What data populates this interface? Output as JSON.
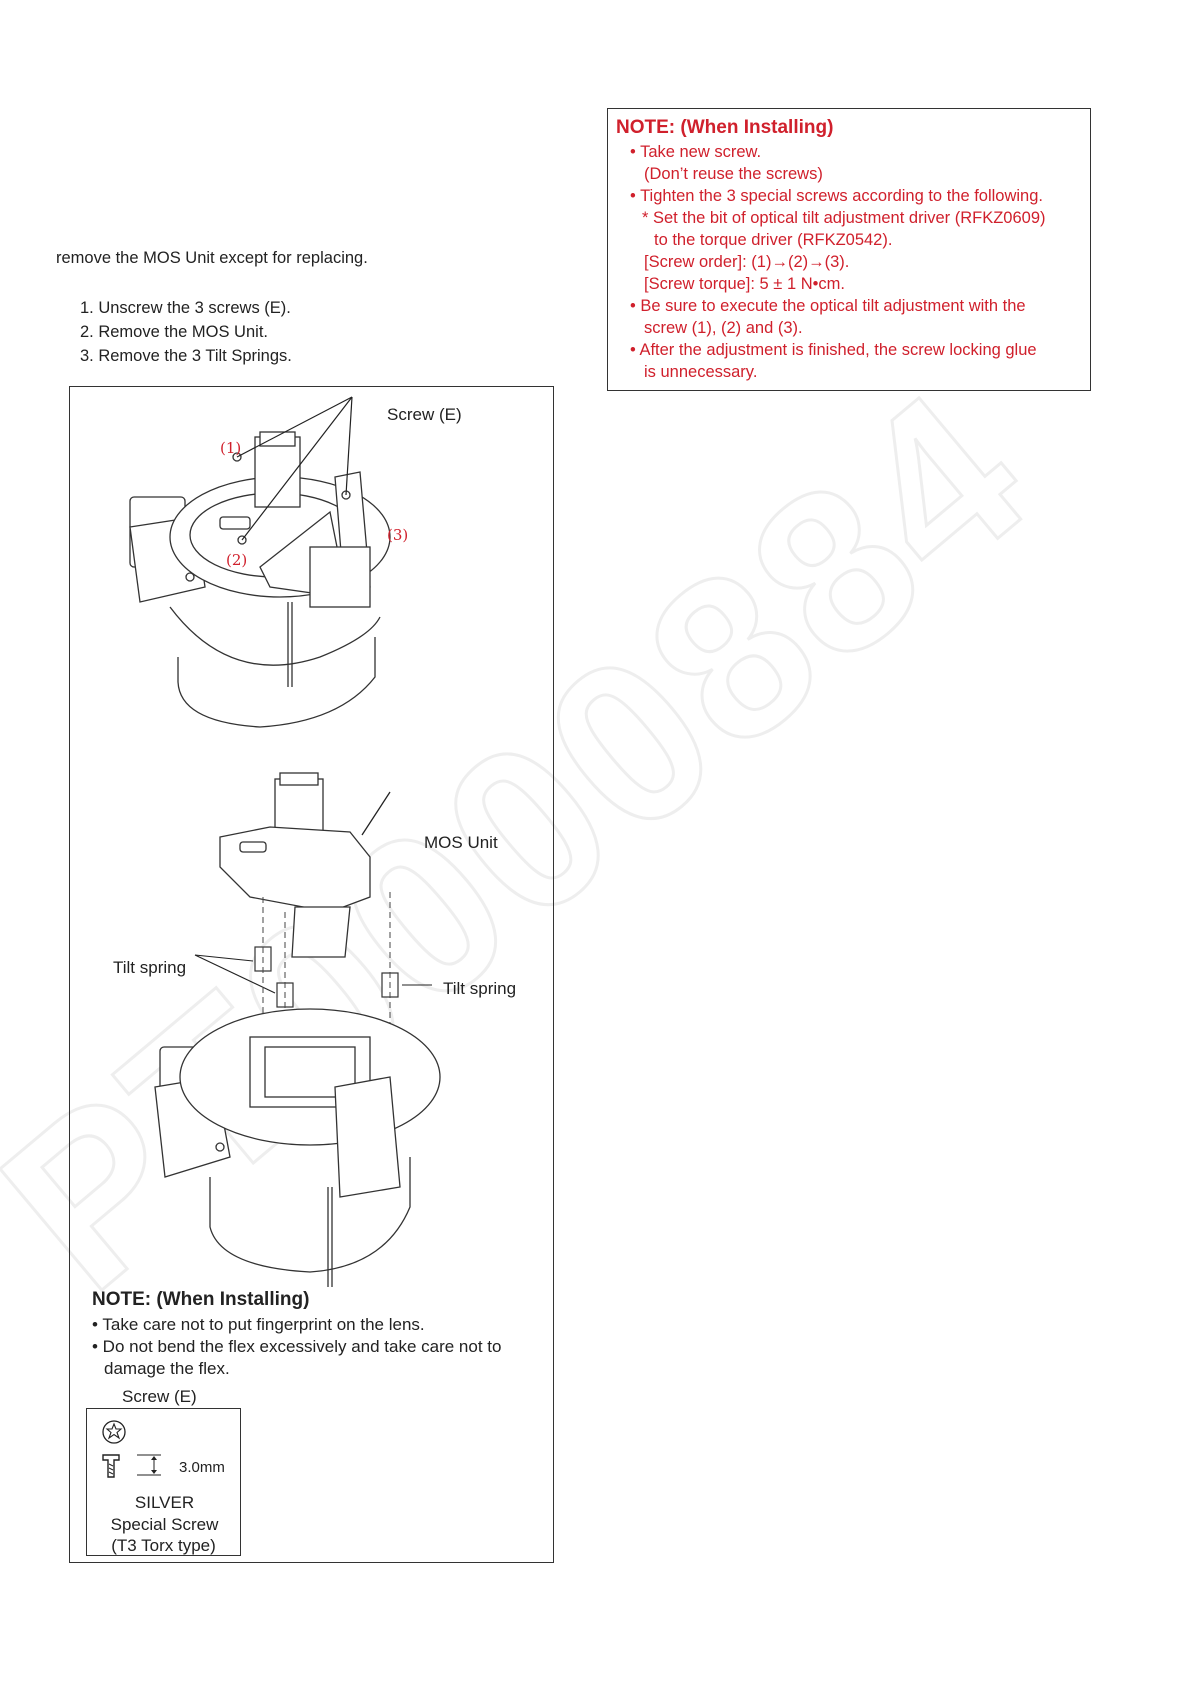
{
  "intro": "remove the MOS Unit except for replacing.",
  "steps": [
    "1. Unscrew the 3 screws (E).",
    "2. Remove the MOS Unit.",
    "3. Remove the 3 Tilt Springs."
  ],
  "install_note_red": {
    "heading": "NOTE: (When Installing)",
    "lines": [
      "• Take new screw.",
      "(Don’t reuse the screws)",
      "• Tighten the 3 special screws according to the following.",
      "* Set the bit of optical tilt adjustment driver (RFKZ0609)",
      "to the torque driver (RFKZ0542).",
      "[Screw order]: (1)→(2)→(3).",
      "[Screw torque]: 5 ± 1 N•cm.",
      "• Be sure to execute the optical tilt adjustment with the",
      "screw (1), (2) and (3).",
      "• After the adjustment is finished, the screw locking glue",
      "is unnecessary."
    ]
  },
  "figure": {
    "screw_label": "Screw (E)",
    "num1": "(1)",
    "num2": "(2)",
    "num3": "(3)",
    "mos_label": "MOS Unit",
    "tilt_left": "Tilt spring",
    "tilt_right": "Tilt spring",
    "note_heading": "NOTE: (When Installing)",
    "note_lines": [
      "• Take care not to put fingerprint on the lens.",
      "• Do not bend the flex excessively and take care not to",
      "damage the flex."
    ],
    "screw_caption": "Screw (E)",
    "screw_length": "3.0mm",
    "screw_color": "SILVER",
    "screw_type1": "Special Screw",
    "screw_type2": "(T3 Torx type)"
  },
  "watermark": "PT0000884"
}
